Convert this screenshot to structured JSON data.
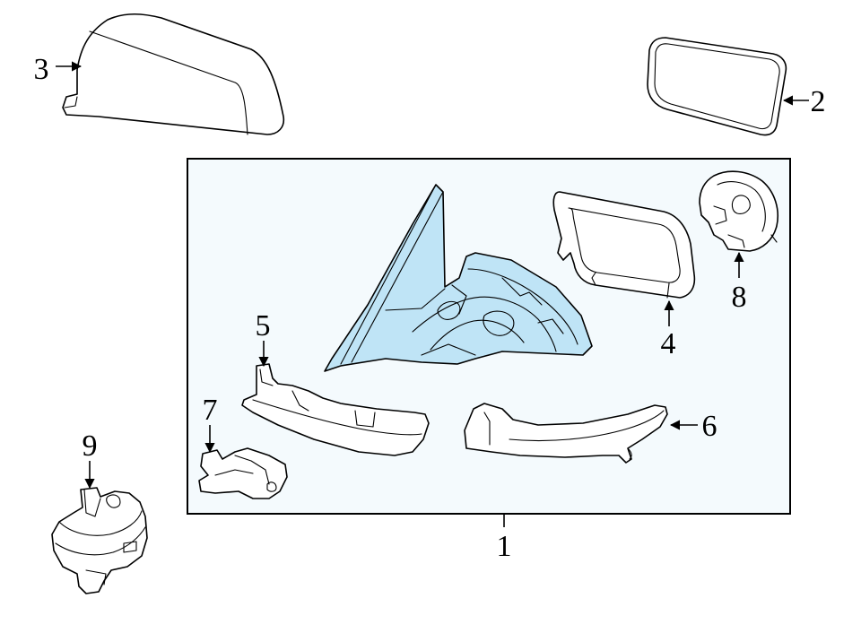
{
  "diagram": {
    "callouts": {
      "c1": "1",
      "c2": "2",
      "c3": "3",
      "c4": "4",
      "c5": "5",
      "c6": "6",
      "c7": "7",
      "c8": "8",
      "c9": "9"
    },
    "colors": {
      "highlight_fill": "#bfe4f6",
      "assembly_box_fill": "#f4fafd",
      "line": "#000000"
    }
  }
}
